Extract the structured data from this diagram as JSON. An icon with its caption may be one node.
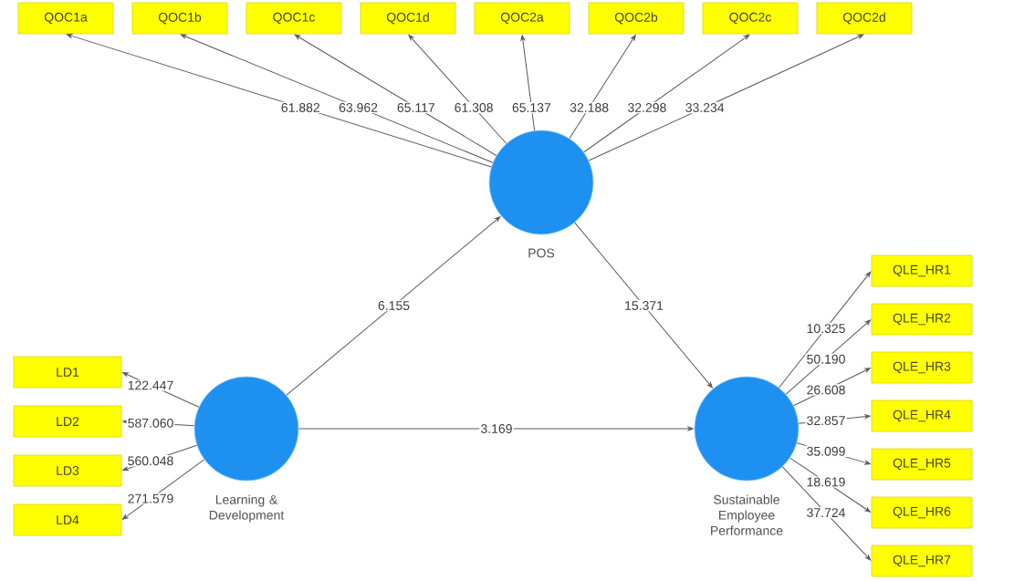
{
  "diagram": {
    "nodes": [
      {
        "text": [
          "QOC1a"
        ]
      },
      {
        "text": [
          "QOC1b"
        ]
      },
      {
        "text": [
          "QOC1c"
        ]
      },
      {
        "text": [
          "QOC1d"
        ]
      },
      {
        "text": [
          "QOC2a"
        ]
      },
      {
        "text": [
          "QOC2b"
        ]
      },
      {
        "text": [
          "QOC2c"
        ]
      },
      {
        "text": [
          "QOC2d"
        ]
      },
      {
        "text": [
          "POS"
        ]
      },
      {
        "text": [
          "QLE_HR1"
        ]
      },
      {
        "text": [
          "QLE_HR2"
        ]
      },
      {
        "text": [
          "QLE_HR3"
        ]
      },
      {
        "text": [
          "QLE_HR4"
        ]
      },
      {
        "text": [
          "QLE_HR5"
        ]
      },
      {
        "text": [
          "QLE_HR6"
        ]
      },
      {
        "text": [
          "QLE_HR7"
        ]
      },
      {
        "text": [
          "LD1"
        ]
      },
      {
        "text": [
          "LD2"
        ]
      },
      {
        "text": [
          "LD3"
        ]
      },
      {
        "text": [
          "LD4"
        ]
      },
      {
        "text": [
          "Learning & Development"
        ]
      },
      {
        "text": [
          "Sustainable Employee Performance"
        ]
      }
    ],
    "edges": [
      {
        "from": 8,
        "to": 0,
        "arrow": "to",
        "label": "61.882"
      },
      {
        "from": 8,
        "to": 1,
        "arrow": "to",
        "label": "63.962"
      },
      {
        "from": 8,
        "to": 2,
        "arrow": "to",
        "label": "65.117"
      },
      {
        "from": 8,
        "to": 3,
        "arrow": "to",
        "label": "61.308"
      },
      {
        "from": 8,
        "to": 4,
        "arrow": "to",
        "label": "65.137"
      },
      {
        "from": 8,
        "to": 5,
        "arrow": "to",
        "label": "32.188"
      },
      {
        "from": 8,
        "to": 6,
        "arrow": "to",
        "label": "32.298"
      },
      {
        "from": 8,
        "to": 7,
        "arrow": "to",
        "label": "33.234"
      },
      {
        "from": 20,
        "to": 8,
        "arrow": "to",
        "label": "6.155"
      },
      {
        "from": 8,
        "to": 21,
        "arrow": "to",
        "label": "15.371"
      },
      {
        "from": 20,
        "to": 21,
        "arrow": "to",
        "label": "3.169"
      },
      {
        "from": 21,
        "to": 9,
        "arrow": "to",
        "label": "10.325"
      },
      {
        "from": 21,
        "to": 10,
        "arrow": "to",
        "label": "50.190"
      },
      {
        "from": 21,
        "to": 11,
        "arrow": "to",
        "label": "26.608"
      },
      {
        "from": 21,
        "to": 12,
        "arrow": "to",
        "label": "32.857"
      },
      {
        "from": 21,
        "to": 13,
        "arrow": "to",
        "label": "35.099"
      },
      {
        "from": 21,
        "to": 14,
        "arrow": "to",
        "label": "18.619"
      },
      {
        "from": 21,
        "to": 15,
        "arrow": "to",
        "label": "37.724"
      },
      {
        "from": 20,
        "to": 16,
        "arrow": "to",
        "label": "122.447"
      },
      {
        "from": 20,
        "to": 17,
        "arrow": "to",
        "label": "587.060"
      },
      {
        "from": 20,
        "to": 18,
        "arrow": "to",
        "label": "560.048"
      },
      {
        "from": 20,
        "to": 19,
        "arrow": "to",
        "label": "271.579"
      }
    ]
  }
}
